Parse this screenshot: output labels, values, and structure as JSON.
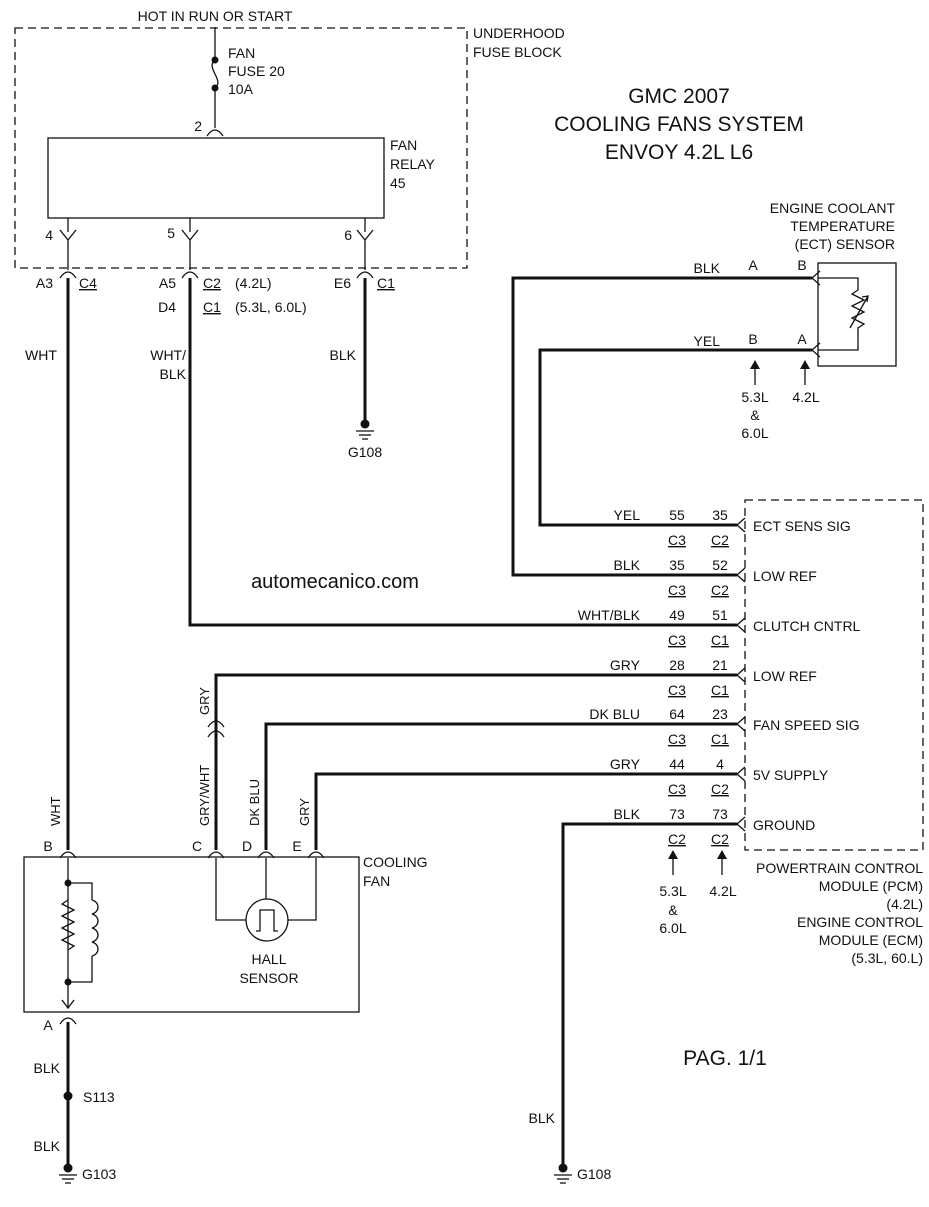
{
  "title": {
    "line1": "GMC 2007",
    "line2": "COOLING FANS SYSTEM",
    "line3": "ENVOY 4.2L L6"
  },
  "watermark": "automecanico.com",
  "page_label": "PAG. 1/1",
  "fuse_block": {
    "supply": "HOT IN RUN OR START",
    "name_1": "UNDERHOOD",
    "name_2": "FUSE BLOCK",
    "fuse_1": "FAN",
    "fuse_2": "FUSE 20",
    "fuse_3": "10A",
    "relay_1": "FAN",
    "relay_2": "RELAY",
    "relay_3": "45",
    "pin_2": "2",
    "pin_4": "4",
    "pin_5": "5",
    "pin_6": "6"
  },
  "connectors": {
    "a3": "A3",
    "c4": "C4",
    "a5": "A5",
    "c2": "C2",
    "c2_note": "(4.2L)",
    "d4": "D4",
    "c1": "C1",
    "c1_note": "(5.3L, 6.0L)",
    "e6": "E6",
    "c1b": "C1"
  },
  "wires": {
    "wht": "WHT",
    "wht_blk_1": "WHT/",
    "wht_blk_2": "BLK",
    "blk_g108_top": "BLK",
    "gry_vertical": "GRY",
    "gry_wht": "GRY/WHT",
    "dk_blu": "DK BLU",
    "gry_e": "GRY",
    "wht_b": "WHT",
    "blk_1": "BLK",
    "blk_2": "BLK",
    "blk_g108_bottom": "BLK"
  },
  "grounds": {
    "g108_top": "G108",
    "g103": "G103",
    "g108_bottom": "G108",
    "s113": "S113"
  },
  "ect": {
    "name_1": "ENGINE COOLANT",
    "name_2": "TEMPERATURE",
    "name_3": "(ECT) SENSOR",
    "wire_1": "BLK",
    "pin_1a": "A",
    "pin_1b": "B",
    "wire_2": "YEL",
    "pin_2a": "B",
    "pin_2b": "A",
    "note_left_1": "5.3L",
    "note_left_2": "&",
    "note_left_3": "6.0L",
    "note_right": "4.2L"
  },
  "pcm": {
    "rows": [
      {
        "wire": "YEL",
        "p1": "55",
        "p2": "35",
        "c1": "C3",
        "c2": "C2",
        "label": "ECT SENS SIG"
      },
      {
        "wire": "BLK",
        "p1": "35",
        "p2": "52",
        "c1": "C3",
        "c2": "C2",
        "label": "LOW REF"
      },
      {
        "wire": "WHT/BLK",
        "p1": "49",
        "p2": "51",
        "c1": "C3",
        "c2": "C1",
        "label": "CLUTCH CNTRL"
      },
      {
        "wire": "GRY",
        "p1": "28",
        "p2": "21",
        "c1": "C3",
        "c2": "C1",
        "label": "LOW REF"
      },
      {
        "wire": "DK BLU",
        "p1": "64",
        "p2": "23",
        "c1": "C3",
        "c2": "C1",
        "label": "FAN SPEED SIG"
      },
      {
        "wire": "GRY",
        "p1": "44",
        "p2": "4",
        "c1": "C3",
        "c2": "C2",
        "label": "5V SUPPLY"
      },
      {
        "wire": "BLK",
        "p1": "73",
        "p2": "73",
        "c1": "C2",
        "c2": "C2",
        "label": "GROUND"
      }
    ],
    "note_left_1": "5.3L",
    "note_left_2": "&",
    "note_left_3": "6.0L",
    "note_right": "4.2L",
    "name_1": "POWERTRAIN CONTROL",
    "name_2": "MODULE (PCM)",
    "name_3": "(4.2L)",
    "name_4": "ENGINE CONTROL",
    "name_5": "MODULE (ECM)",
    "name_6": "(5.3L, 60.L)"
  },
  "fan": {
    "name_1": "COOLING",
    "name_2": "FAN",
    "pin_b": "B",
    "pin_c": "C",
    "pin_d": "D",
    "pin_e": "E",
    "pin_a": "A",
    "hall_1": "HALL",
    "hall_2": "SENSOR"
  }
}
